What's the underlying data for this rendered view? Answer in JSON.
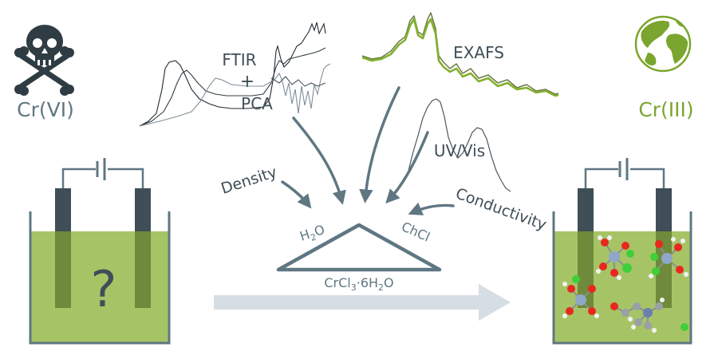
{
  "labels": {
    "cr6": "Cr(VI)",
    "cr3": "Cr(III)",
    "ftir": "FTIR",
    "plus": "+",
    "pca": "PCA",
    "exafs": "EXAFS",
    "uvvis": "UV/Vis",
    "density": "Density",
    "conductivity": "Conductivity",
    "h2o_main": "H",
    "h2o_sub": "2",
    "h2o_end": "O",
    "chcl": "ChCl",
    "salt_a": "CrCl",
    "salt_sub1": "3",
    "salt_b": "·6H",
    "salt_sub2": "2",
    "salt_c": "O",
    "question": "?"
  },
  "colors": {
    "slate": "#5f7782",
    "dark_electrode": "#3f4e57",
    "liquid": "#a6c466",
    "liquid_dark": "#6e8a3a",
    "green_accent": "#7aa52e",
    "big_arrow": "#d6dde3",
    "skull": "#2f3c44"
  },
  "icons": [
    "skull-crossbones-icon",
    "globe-icon"
  ]
}
